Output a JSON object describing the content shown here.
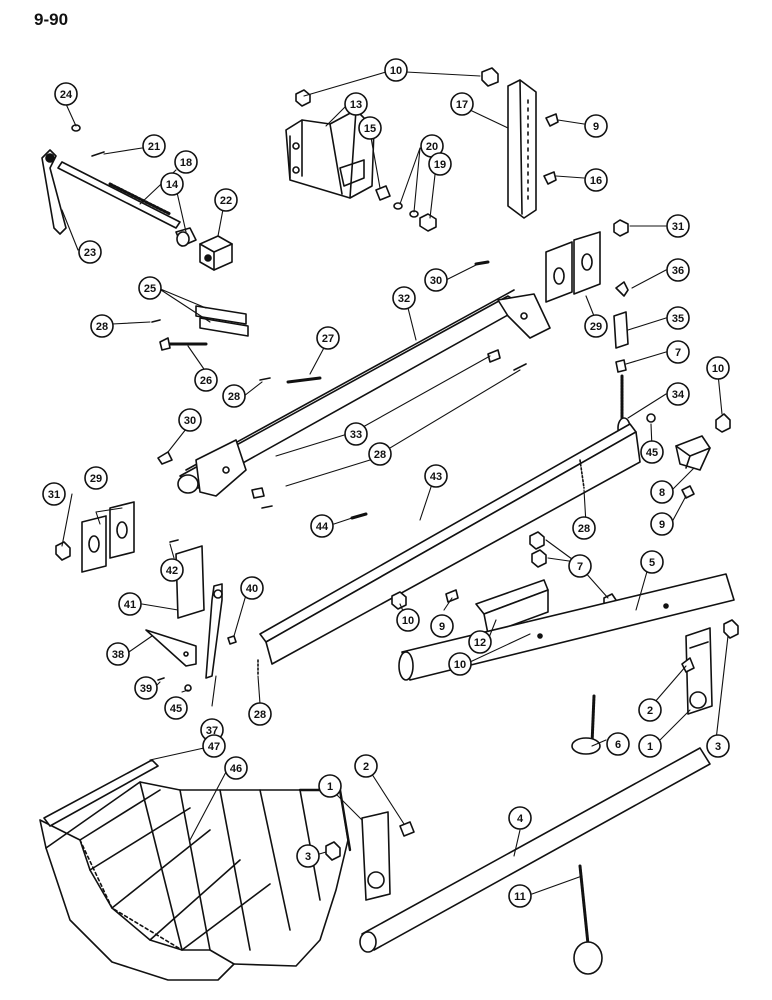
{
  "page": {
    "number": "9-90"
  },
  "callouts": [
    {
      "id": "c24",
      "label": "24"
    },
    {
      "id": "c21",
      "label": "21"
    },
    {
      "id": "c18",
      "label": "18"
    },
    {
      "id": "c14",
      "label": "14"
    },
    {
      "id": "c22",
      "label": "22"
    },
    {
      "id": "c23",
      "label": "23"
    },
    {
      "id": "c10a",
      "label": "10"
    },
    {
      "id": "c13",
      "label": "13"
    },
    {
      "id": "c15",
      "label": "15"
    },
    {
      "id": "c20",
      "label": "20"
    },
    {
      "id": "c19",
      "label": "19"
    },
    {
      "id": "c17",
      "label": "17"
    },
    {
      "id": "c9a",
      "label": "9"
    },
    {
      "id": "c16",
      "label": "16"
    },
    {
      "id": "c31a",
      "label": "31"
    },
    {
      "id": "c36",
      "label": "36"
    },
    {
      "id": "c35",
      "label": "35"
    },
    {
      "id": "c7a",
      "label": "7"
    },
    {
      "id": "c34",
      "label": "34"
    },
    {
      "id": "c10b",
      "label": "10"
    },
    {
      "id": "c45a",
      "label": "45"
    },
    {
      "id": "c8",
      "label": "8"
    },
    {
      "id": "c9b",
      "label": "9"
    },
    {
      "id": "c30a",
      "label": "30"
    },
    {
      "id": "c29a",
      "label": "29"
    },
    {
      "id": "c32",
      "label": "32"
    },
    {
      "id": "c25",
      "label": "25"
    },
    {
      "id": "c28a",
      "label": "28"
    },
    {
      "id": "c27",
      "label": "27"
    },
    {
      "id": "c26",
      "label": "26"
    },
    {
      "id": "c28b",
      "label": "28"
    },
    {
      "id": "c30b",
      "label": "30"
    },
    {
      "id": "c33",
      "label": "33"
    },
    {
      "id": "c28c",
      "label": "28"
    },
    {
      "id": "c43",
      "label": "43"
    },
    {
      "id": "c31b",
      "label": "31"
    },
    {
      "id": "c29b",
      "label": "29"
    },
    {
      "id": "c44",
      "label": "44"
    },
    {
      "id": "c28d",
      "label": "28"
    },
    {
      "id": "c42",
      "label": "42"
    },
    {
      "id": "c7b",
      "label": "7"
    },
    {
      "id": "c5",
      "label": "5"
    },
    {
      "id": "c41",
      "label": "41"
    },
    {
      "id": "c40",
      "label": "40"
    },
    {
      "id": "c10c",
      "label": "10"
    },
    {
      "id": "c9c",
      "label": "9"
    },
    {
      "id": "c12",
      "label": "12"
    },
    {
      "id": "c10d",
      "label": "10"
    },
    {
      "id": "c38",
      "label": "38"
    },
    {
      "id": "c39",
      "label": "39"
    },
    {
      "id": "c45b",
      "label": "45"
    },
    {
      "id": "c37",
      "label": "37"
    },
    {
      "id": "c28e",
      "label": "28"
    },
    {
      "id": "c2a",
      "label": "2"
    },
    {
      "id": "c1a",
      "label": "1"
    },
    {
      "id": "c3a",
      "label": "3"
    },
    {
      "id": "c47",
      "label": "47"
    },
    {
      "id": "c6",
      "label": "6"
    },
    {
      "id": "c46",
      "label": "46"
    },
    {
      "id": "c2b",
      "label": "2"
    },
    {
      "id": "c1b",
      "label": "1"
    },
    {
      "id": "c3b",
      "label": "3"
    },
    {
      "id": "c4",
      "label": "4"
    },
    {
      "id": "c11",
      "label": "11"
    }
  ]
}
